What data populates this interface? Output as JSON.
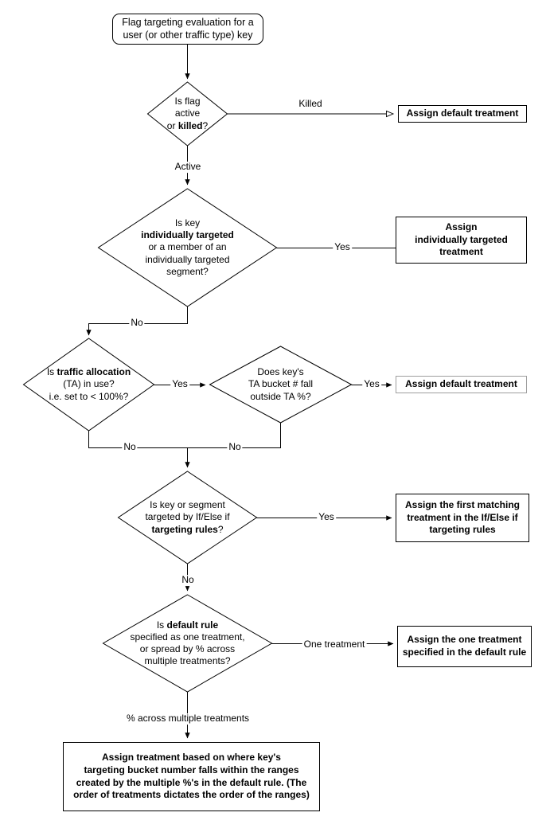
{
  "nodes": {
    "start": {
      "text": "Flag targeting evaluation for a\nuser (or other traffic type) key"
    },
    "flag_status": {
      "lines": [
        [
          {
            "t": "Is flag"
          }
        ],
        [
          {
            "t": "active"
          }
        ],
        [
          {
            "t": "or "
          },
          {
            "t": "killed",
            "b": true
          },
          {
            "t": "?"
          }
        ]
      ]
    },
    "individual_targeting": {
      "lines": [
        [
          {
            "t": "Is key"
          }
        ],
        [
          {
            "t": "individually targeted",
            "b": true
          }
        ],
        [
          {
            "t": "or a member of an"
          }
        ],
        [
          {
            "t": "individually targeted"
          }
        ],
        [
          {
            "t": "segment?"
          }
        ]
      ]
    },
    "traffic_allocation": {
      "lines": [
        [
          {
            "t": "Is "
          },
          {
            "t": "traffic allocation",
            "b": true
          }
        ],
        [
          {
            "t": "(TA) in use?"
          }
        ],
        [
          {
            "t": "i.e. set to < 100%?"
          }
        ]
      ]
    },
    "ta_bucket": {
      "text": "Does key's\nTA bucket # fall\noutside TA %?"
    },
    "targeting_rules": {
      "lines": [
        [
          {
            "t": "Is key or segment"
          }
        ],
        [
          {
            "t": "targeted by If/Else if"
          }
        ],
        [
          {
            "t": "targeting rules",
            "b": true
          },
          {
            "t": "?"
          }
        ]
      ]
    },
    "default_rule": {
      "lines": [
        [
          {
            "t": "Is "
          },
          {
            "t": "default rule",
            "b": true
          }
        ],
        [
          {
            "t": "specified as one treatment,"
          }
        ],
        [
          {
            "t": "or spread by % across"
          }
        ],
        [
          {
            "t": "multiple treatments?"
          }
        ]
      ]
    },
    "assign_default_1": {
      "text": "Assign default treatment"
    },
    "assign_individual": {
      "text": "Assign\nindividually targeted\ntreatment"
    },
    "assign_default_2": {
      "text": "Assign default treatment"
    },
    "assign_first_matching": {
      "text": "Assign the first matching\ntreatment in the If/Else if\ntargeting rules"
    },
    "assign_one_treatment": {
      "text": "Assign the one treatment\nspecified in the default rule"
    },
    "assign_ranges": {
      "text": "Assign treatment based on where key's\ntargeting bucket number falls within the ranges\ncreated by the multiple %'s in the default rule. (The\norder of treatments dictates the order of the ranges)"
    }
  },
  "edge_labels": {
    "killed": "Killed",
    "active": "Active",
    "yes_individual": "Yes",
    "no_individual": "No",
    "yes_ta": "Yes",
    "yes_bucket": "Yes",
    "no_ta": "No",
    "no_bucket": "No",
    "yes_rules": "Yes",
    "no_rules": "No",
    "one_treatment": "One treatment",
    "pct_multiple": "% across multiple treatments"
  },
  "colors": {
    "stroke": "#000000",
    "muted_border": "#9e9e9e",
    "background": "#ffffff",
    "text": "#000000"
  }
}
